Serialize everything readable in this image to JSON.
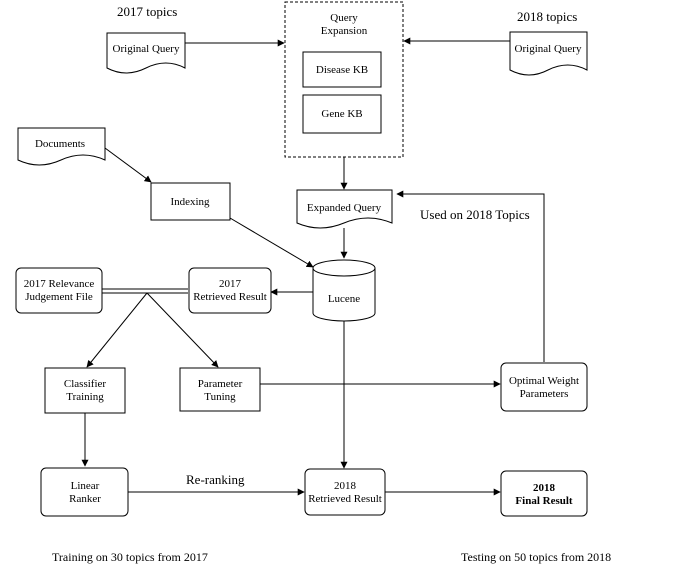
{
  "labels": {
    "topics_2017": "2017 topics",
    "topics_2018": "2018 topics",
    "used_on_2018": "Used on 2018 Topics",
    "re_ranking": "Re-ranking",
    "training_caption": "Training on 30 topics from 2017",
    "testing_caption": "Testing on 50 topics from 2018"
  },
  "nodes": {
    "original_query_2017": "Original Query",
    "original_query_2018": "Original Query",
    "query_expansion_line1": "Query",
    "query_expansion_line2": "Expansion",
    "disease_kb": "Disease KB",
    "gene_kb": "Gene KB",
    "documents": "Documents",
    "indexing": "Indexing",
    "expanded_query": "Expanded Query",
    "lucene": "Lucene",
    "relevance_line1": "2017 Relevance",
    "relevance_line2": "Judgement File",
    "retrieved_2017_line1": "2017",
    "retrieved_2017_line2": "Retrieved Result",
    "classifier_line1": "Classifier",
    "classifier_line2": "Training",
    "parameter_line1": "Parameter",
    "parameter_line2": "Tuning",
    "optimal_line1": "Optimal Weight",
    "optimal_line2": "Parameters",
    "linear_line1": "Linear",
    "linear_line2": "Ranker",
    "retrieved_2018_line1": "2018",
    "retrieved_2018_line2": "Retrieved Result",
    "final_line1": "2018",
    "final_line2": "Final Result"
  }
}
